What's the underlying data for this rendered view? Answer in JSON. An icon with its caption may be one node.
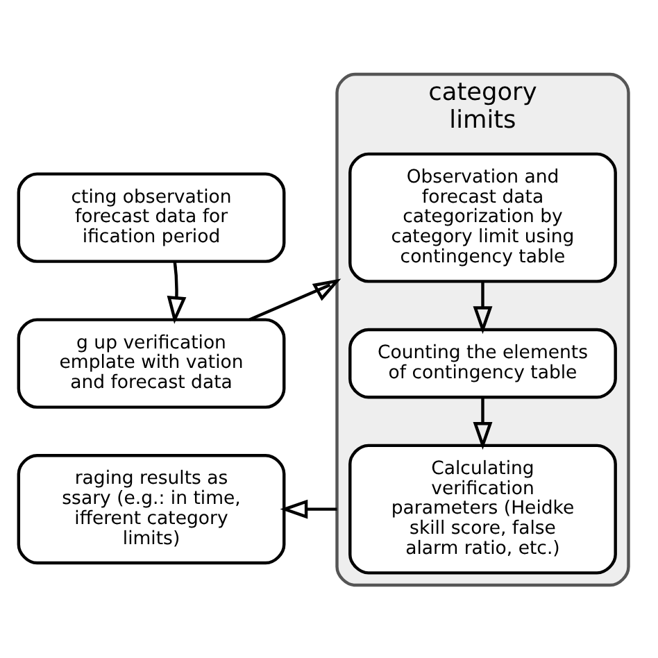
{
  "diagram": {
    "nodes": [
      {
        "text": [
          "cting observation forecast data for ification period"
        ]
      },
      {
        "text": [
          "g up verification emplate with vation and forecast data"
        ]
      },
      {
        "text": [
          "raging results as ssary (e.g.: in time, ifferent category limits)"
        ]
      },
      {
        "text": [
          "category",
          "limits"
        ]
      },
      {
        "text": [
          "Observation and forecast data categorization by category limit using contingency table"
        ],
        "in": 3
      },
      {
        "text": [
          "Counting the elements of contingency table"
        ],
        "in": 3
      },
      {
        "text": [
          "Calculating verification parameters (Heidke skill score, false alarm ratio, etc.)"
        ],
        "in": 3
      }
    ],
    "edges": [
      {
        "from": 0,
        "to": 1,
        "arrow": "to"
      },
      {
        "from": 1,
        "to": 3,
        "arrow": "to"
      },
      {
        "from": 3,
        "to": 2,
        "arrow": "to"
      },
      {
        "from": 4,
        "to": 5,
        "arrow": "to"
      },
      {
        "from": 5,
        "to": 6,
        "arrow": "to"
      }
    ]
  }
}
